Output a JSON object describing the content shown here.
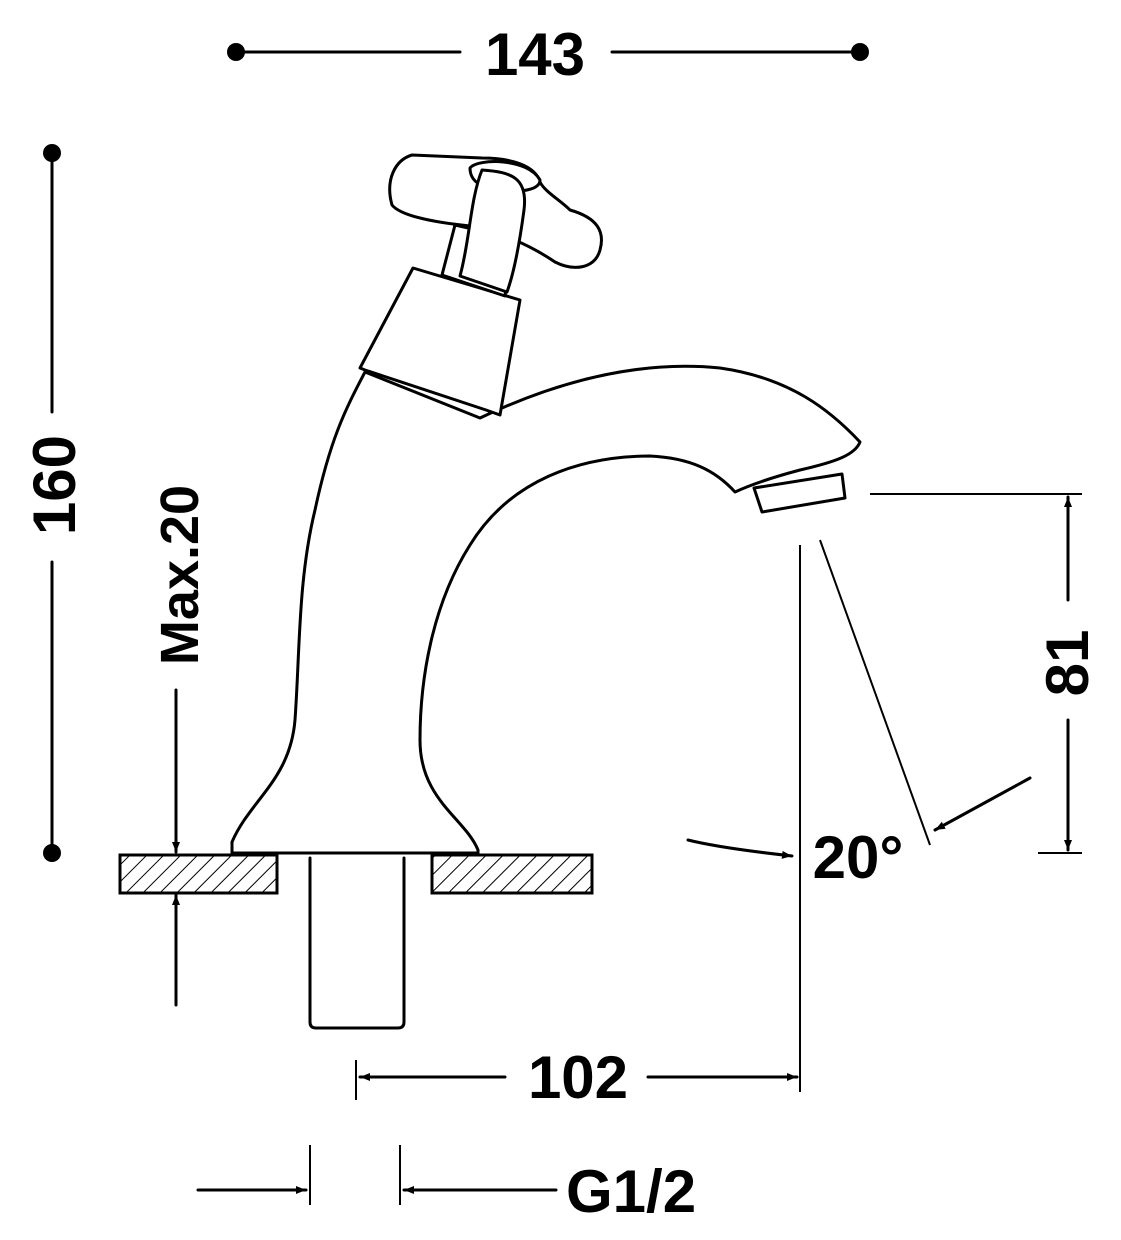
{
  "dimensions": {
    "overall_width": "143",
    "overall_height": "160",
    "deck_thickness": "Max.20",
    "spout_height": "81",
    "spout_reach": "102",
    "spout_angle": "20°",
    "thread": "G1/2"
  },
  "colors": {
    "line": "#000000",
    "background": "#ffffff"
  }
}
